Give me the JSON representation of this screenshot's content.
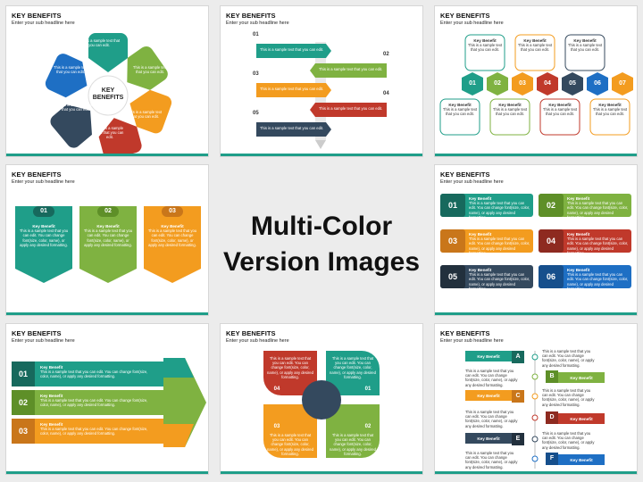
{
  "center": {
    "line1": "Multi-Color",
    "line2": "Version Images"
  },
  "common": {
    "title": "KEY BENEFITS",
    "subtitle": "Enter your sub headline here",
    "sample_short": "This is a sample text that you can edit.",
    "sample_long": "This is a sample text that you can edit. You can change font(size, color, name), or apply any desired formatting.",
    "key_benefit": "Key Benefit",
    "key_benefits_center": "KEY BENEFITS",
    "apply": "You apply any desired formatting."
  },
  "colors": {
    "teal": "#1f9e89",
    "green": "#7fb241",
    "orange": "#f39c1f",
    "red": "#c0392b",
    "navy": "#34495e",
    "blue": "#1e6fc4",
    "darkteal": "#17695d",
    "lime": "#8bc34a",
    "dark": "#2c3e50"
  },
  "slide1": {
    "center": "KEY BENEFITS"
  },
  "slide2": {
    "numbers": [
      "01",
      "02",
      "03",
      "04",
      "05"
    ]
  },
  "slide3": {
    "numbers": [
      "01",
      "02",
      "03",
      "04",
      "05",
      "06",
      "07"
    ]
  },
  "slide4": {
    "numbers": [
      "01",
      "02",
      "03"
    ]
  },
  "slide6": {
    "numbers": [
      "01",
      "02",
      "03",
      "04",
      "05",
      "06"
    ]
  },
  "slide7": {
    "numbers": [
      "01",
      "02",
      "03"
    ]
  },
  "slide8": {
    "numbers": [
      "04",
      "01",
      "03",
      "02"
    ]
  },
  "slide9": {
    "letters": [
      "A",
      "B",
      "C",
      "D",
      "E",
      "F"
    ]
  }
}
